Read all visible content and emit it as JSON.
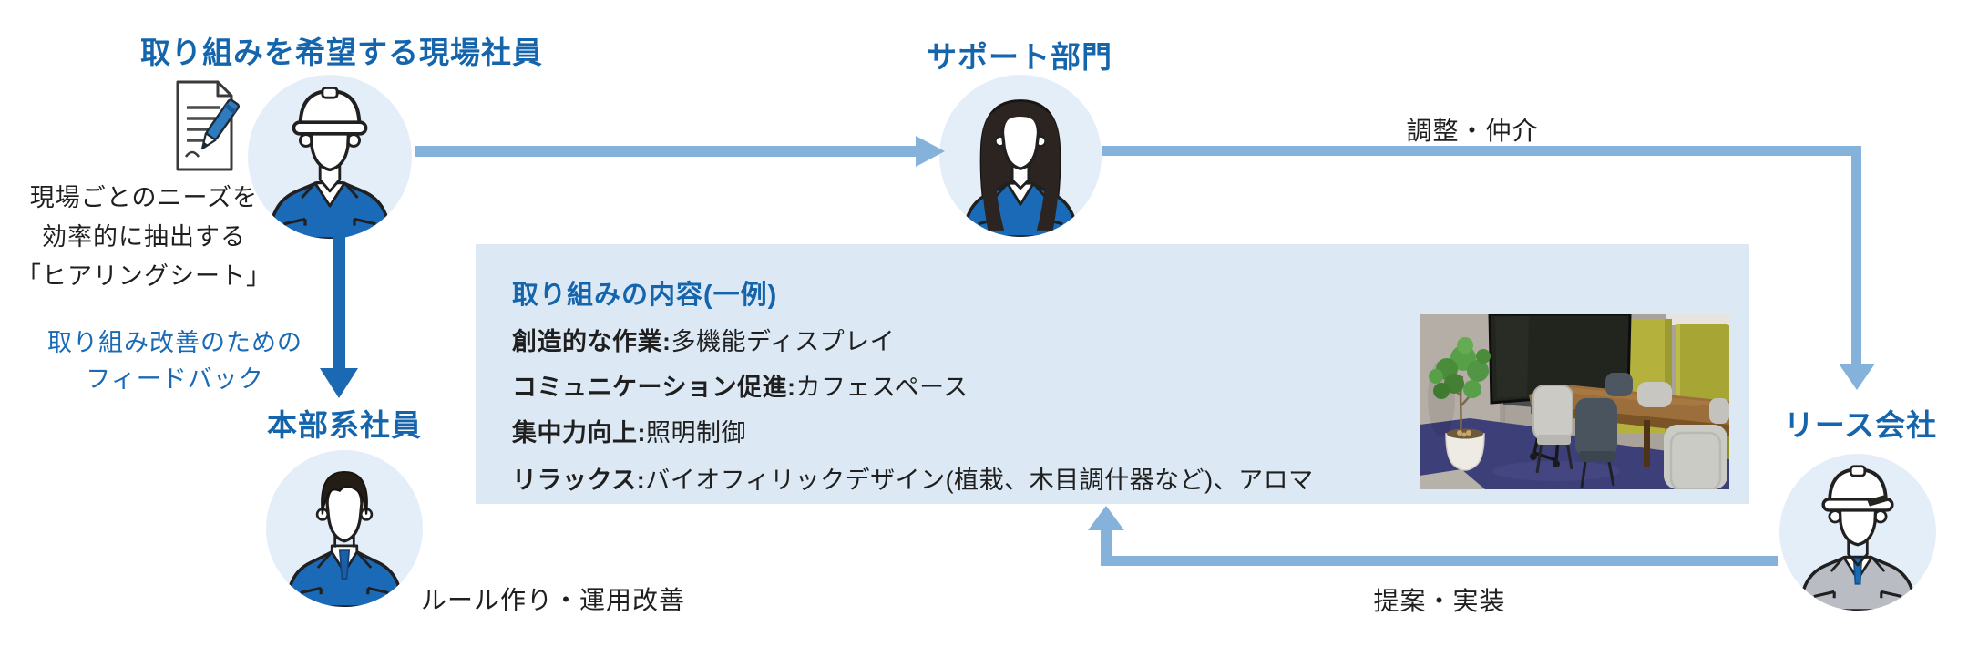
{
  "colors": {
    "accent_blue": "#1565ad",
    "arrow_dark_blue": "#1b69b3",
    "arrow_light_blue": "#84b2da",
    "box_background": "#dce9f4",
    "avatar_background": "#e4eef8",
    "jacket_blue": "#1b6ab8",
    "jacket_gray": "#b9bdc3",
    "text_black": "#1f1f1f"
  },
  "actors": {
    "field_worker": {
      "title": "取り組みを希望する現場社員"
    },
    "support_dept": {
      "title": "サポート部門"
    },
    "hq_staff": {
      "title": "本部系社員"
    },
    "lease_company": {
      "title": "リース会社"
    }
  },
  "labels": {
    "hearing_sheet_line1": "現場ごとのニーズを",
    "hearing_sheet_line2": "効率的に抽出する",
    "hearing_sheet_line3": "「ヒアリングシート」",
    "feedback_line1": "取り組み改善のための",
    "feedback_line2": "フィードバック",
    "coordination": "調整・仲介",
    "proposal": "提案・実装",
    "hq_role": "ルール作り・運用改善"
  },
  "content_box": {
    "title": "取り組みの内容(一例)",
    "items": [
      {
        "label": "創造的な作業",
        "sep": ":",
        "value": "多機能ディスプレイ"
      },
      {
        "label": "コミュニケーション促進",
        "sep": ":",
        "value": "カフェスペース"
      },
      {
        "label": "集中力向上",
        "sep": ":",
        "value": "照明制御"
      },
      {
        "label": "リラックス",
        "sep": ":",
        "value": "バイオフィリックデザイン(植栽、木目調什器など)、アロマ"
      }
    ]
  }
}
